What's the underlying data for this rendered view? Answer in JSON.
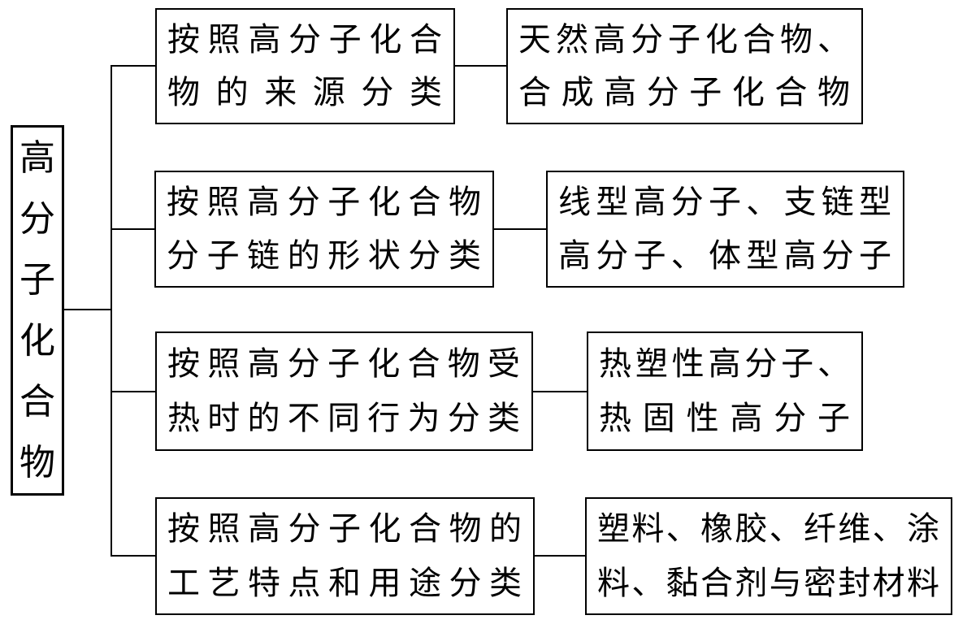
{
  "root": {
    "label": "高分子化合物"
  },
  "branches": [
    {
      "category": {
        "line1": "按照高分子化合",
        "line2": "物的来源分类"
      },
      "result": {
        "line1": "天然高分子化合物、",
        "line2": "合成高分子化合物"
      }
    },
    {
      "category": {
        "line1": "按照高分子化合物",
        "line2": "分子链的形状分类"
      },
      "result": {
        "line1": "线型高分子、支链型",
        "line2": "高分子、体型高分子"
      }
    },
    {
      "category": {
        "line1": "按照高分子化合物受",
        "line2": "热时的不同行为分类"
      },
      "result": {
        "line1": "热塑性高分子、",
        "line2": "热固性高分子"
      }
    },
    {
      "category": {
        "line1": "按照高分子化合物的",
        "line2": "工艺特点和用途分类"
      },
      "result": {
        "line1": "塑料、橡胶、纤维、涂",
        "line2": "料、黏合剂与密封材料"
      }
    }
  ],
  "colors": {
    "line": "#000000",
    "text": "#000000",
    "background": "#ffffff"
  }
}
